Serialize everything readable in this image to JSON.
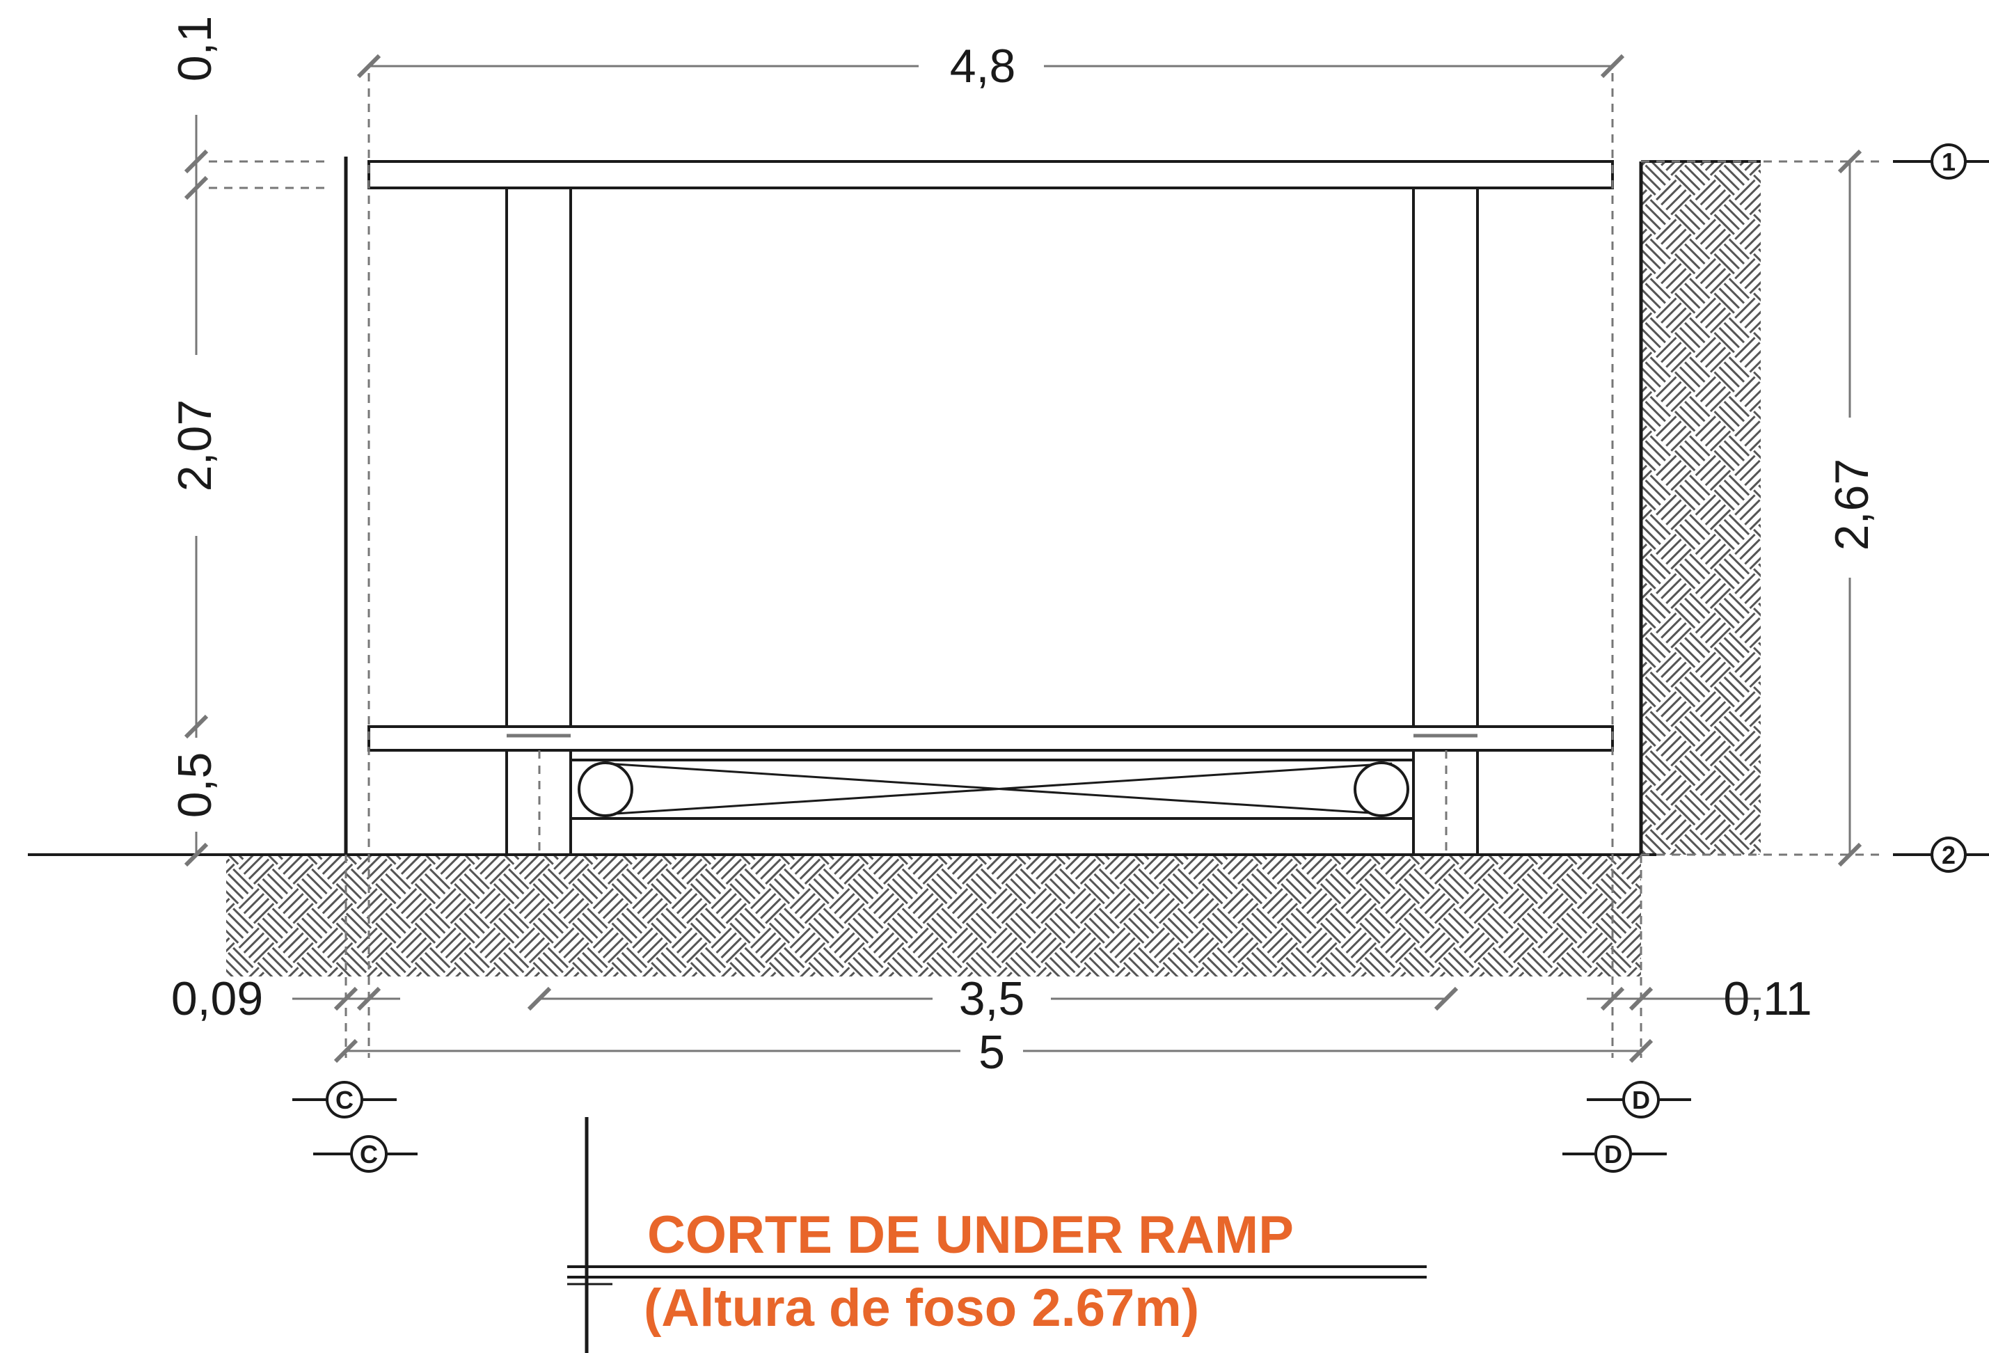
{
  "title": "CORTE DE UNDER RAMP",
  "subtitle": "(Altura de foso 2.67m)",
  "title_color": "#e8662a",
  "line_color": "#1a1a1a",
  "hatch_color": "#555555",
  "dimensions": {
    "top_width": "4,8",
    "top_gap": "0,1",
    "left_height": "2,07",
    "left_base": "0,5",
    "right_height": "2,67",
    "bottom_left": "0,09",
    "bottom_mid": "3,5",
    "bottom_right": "0,11",
    "bottom_total": "5"
  },
  "level_markers": [
    "1",
    "2"
  ],
  "grid_markers": {
    "left_top": "C",
    "left_bottom": "C",
    "right_top": "D",
    "right_bottom": "D"
  }
}
